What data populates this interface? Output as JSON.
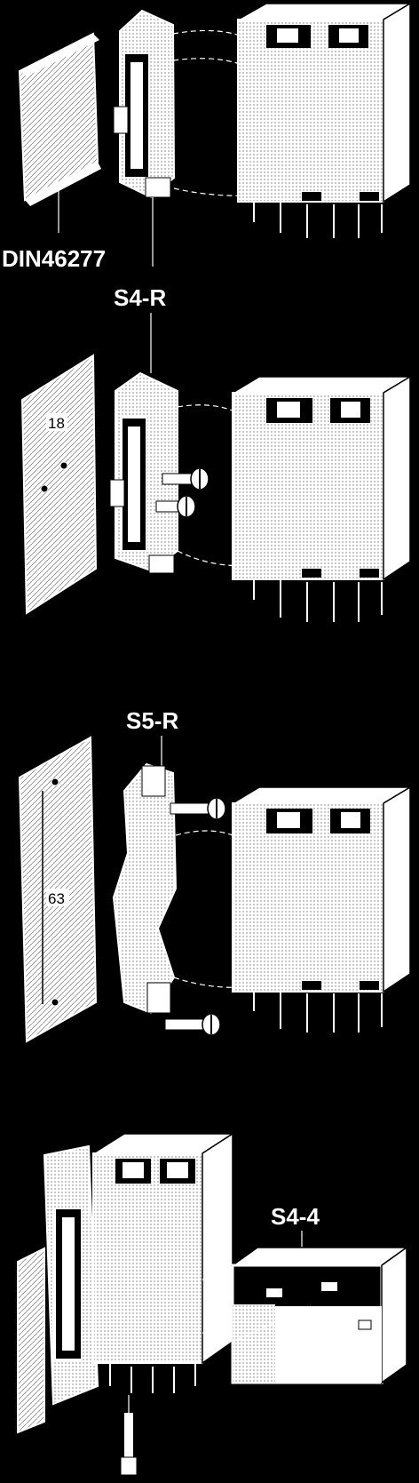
{
  "labels": {
    "din": "DIN46277",
    "s4r": "S4-R",
    "s5r": "S5-R",
    "s44": "S4-4"
  },
  "dimensions": {
    "d18": "18",
    "d63": "63"
  }
}
